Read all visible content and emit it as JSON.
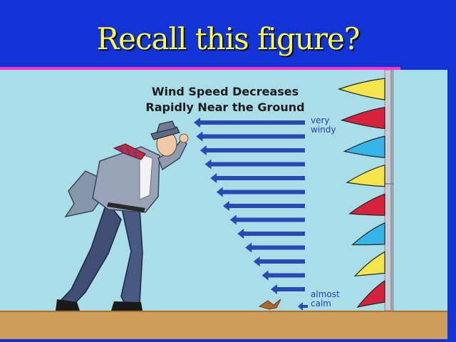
{
  "slide": {
    "title": "Recall this figure?"
  },
  "figure": {
    "heading_line1": "Wind Speed Decreases",
    "heading_line2": "Rapidly Near the Ground",
    "label_top": "very\nwindy",
    "label_bottom": "almost\ncalm",
    "wind_arrow_count": 13,
    "flag_count": 8,
    "colors": {
      "background": "#1233d6",
      "title": "#ffff33",
      "rule": "#ff33cc",
      "sky": "#a9dde8",
      "ground": "#cf9d5a",
      "arrow": "#2a48b5",
      "flag_yellow": "#f5e54c",
      "flag_red": "#d7223c",
      "flag_blue": "#34b7e8"
    },
    "icons": [
      "walking-man-illustration",
      "flagpole-icon",
      "pennant-flag-icon",
      "wind-arrow-icon",
      "small-bird-icon"
    ]
  }
}
